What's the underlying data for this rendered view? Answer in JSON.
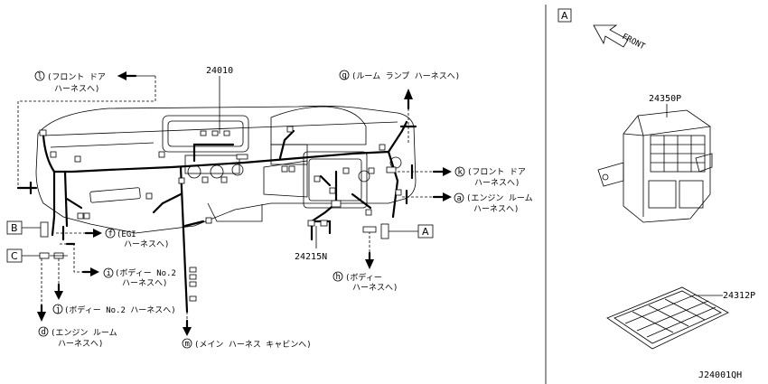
{
  "part_numbers": {
    "instrument_harness": "24010",
    "sub_harness": "24215N",
    "junction_block": "24350P",
    "cover": "24312P"
  },
  "section_label": "A",
  "front_label": "FRONT",
  "diagram_id": "J24001QH",
  "ref_boxes": {
    "b": "B",
    "c": "C",
    "a": "A"
  },
  "callouts": {
    "l": {
      "mark": "l",
      "line1": "(フロント ドア",
      "line2": "ハーネスへ)"
    },
    "g": {
      "mark": "g",
      "line1": "(ルーム ランプ ハーネスへ)"
    },
    "k": {
      "mark": "k",
      "line1": "(フロント ドア",
      "line2": "ハーネスへ)"
    },
    "a": {
      "mark": "a",
      "line1": "(エンジン ルーム",
      "line2": "ハーネスへ)"
    },
    "f": {
      "mark": "f",
      "line1": "(EGI",
      "line2": "ハーネスへ)"
    },
    "i": {
      "mark": "i",
      "line1": "(ボディー No.2",
      "line2": "ハーネスへ)"
    },
    "j": {
      "mark": "j",
      "line1": "(ボディー No.2 ハーネスへ)"
    },
    "d": {
      "mark": "d",
      "line1": "(エンジン ルーム",
      "line2": "ハーネスへ)"
    },
    "h": {
      "mark": "h",
      "line1": "(ボディー",
      "line2": "ハーネスへ)"
    },
    "m": {
      "mark": "m",
      "line1": "(メイン ハーネス キャビンへ)"
    }
  }
}
